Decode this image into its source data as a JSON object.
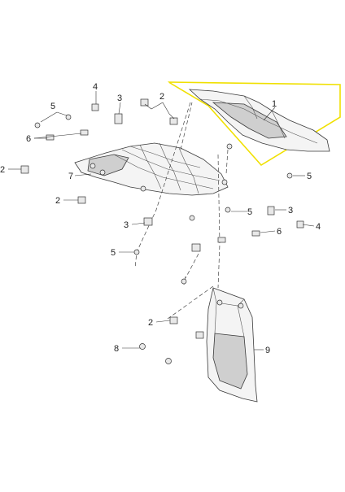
{
  "diagram": {
    "highlight_color": "#f0e000",
    "callouts": [
      {
        "id": "c1",
        "label": "1"
      },
      {
        "id": "c2a",
        "label": "2"
      },
      {
        "id": "c2b",
        "label": "2"
      },
      {
        "id": "c2c",
        "label": "2"
      },
      {
        "id": "c2d",
        "label": "2"
      },
      {
        "id": "c3a",
        "label": "3"
      },
      {
        "id": "c3b",
        "label": "3"
      },
      {
        "id": "c3c",
        "label": "3"
      },
      {
        "id": "c4a",
        "label": "4"
      },
      {
        "id": "c4b",
        "label": "4"
      },
      {
        "id": "c5a",
        "label": "5"
      },
      {
        "id": "c5b",
        "label": "5"
      },
      {
        "id": "c5c",
        "label": "5"
      },
      {
        "id": "c5d",
        "label": "5"
      },
      {
        "id": "c6a",
        "label": "6"
      },
      {
        "id": "c6b",
        "label": "6"
      },
      {
        "id": "c7",
        "label": "7"
      },
      {
        "id": "c8",
        "label": "8"
      },
      {
        "id": "c9",
        "label": "9"
      }
    ]
  }
}
